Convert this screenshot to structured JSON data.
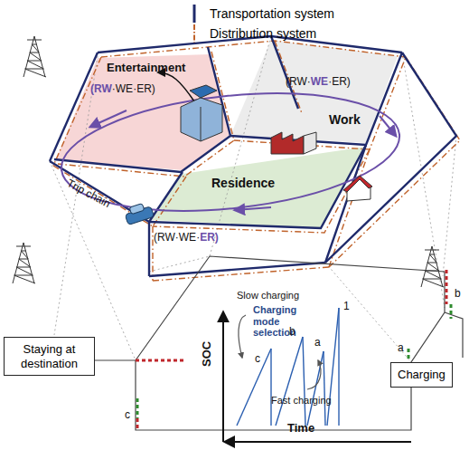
{
  "diagram": {
    "nodes": [
      {
        "text": [
          "Staying at destination"
        ]
      },
      {
        "text": [
          "Charging"
        ]
      }
    ],
    "labels": [
      "Entertainment",
      "(RW·WE·ER)",
      "(RW·WE·ER)",
      "Work",
      "Trip chain",
      "Residence",
      "(RW·WE·ER)",
      "Slow charging",
      "Charging mode selection",
      "Fast charging",
      "SOC",
      "Time",
      "c",
      "b",
      "a",
      "1",
      "b",
      "a",
      "c"
    ],
    "legend": [
      {
        "text": "Transportation system"
      },
      {
        "text": "Distribution system"
      }
    ]
  }
}
